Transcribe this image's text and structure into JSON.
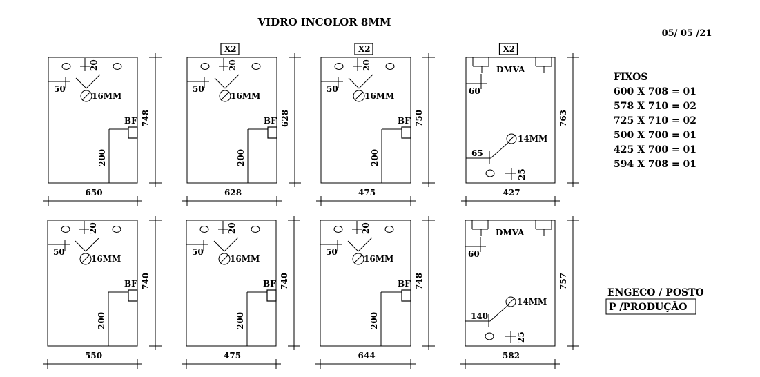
{
  "title": "VIDRO INCOLOR 8MM",
  "date": "05/ 05 /21",
  "fixos": {
    "heading": "FIXOS",
    "lines": [
      "600 X 708 = 01",
      "578 X 710 = 02",
      "725 X 710 = 02",
      "500 X 700 = 01",
      "425 X 700 = 01",
      "594 X 708 = 01"
    ]
  },
  "footer": {
    "line1": "ENGECO / POSTO",
    "line2": "P /PRODUÇÃO"
  },
  "panels": [
    {
      "type": "fixo",
      "qty": "",
      "width": "650",
      "height": "748",
      "dim20": "20",
      "dim50": "50",
      "hole": "16MM",
      "bf": "BF",
      "dim200": "200"
    },
    {
      "type": "fixo",
      "qty": "X2",
      "width": "628",
      "height": "628",
      "dim20": "20",
      "dim50": "50",
      "hole": "16MM",
      "bf": "BF",
      "dim200": "200"
    },
    {
      "type": "fixo",
      "qty": "X2",
      "width": "475",
      "height": "750",
      "dim20": "20",
      "dim50": "50",
      "hole": "16MM",
      "bf": "BF",
      "dim200": "200"
    },
    {
      "type": "dmva",
      "qty": "X2",
      "width": "427",
      "height": "763",
      "dmva": "DMVA",
      "dim60": "60",
      "dimLeft": "65",
      "hole": "14MM",
      "dim25": "25"
    },
    {
      "type": "fixo",
      "qty": "",
      "width": "550",
      "height": "740",
      "dim20": "20",
      "dim50": "50",
      "hole": "16MM",
      "bf": "BF",
      "dim200": "200"
    },
    {
      "type": "fixo",
      "qty": "",
      "width": "475",
      "height": "740",
      "dim20": "20",
      "dim50": "50",
      "hole": "16MM",
      "bf": "BF",
      "dim200": "200"
    },
    {
      "type": "fixo",
      "qty": "",
      "width": "644",
      "height": "748",
      "dim20": "20",
      "dim50": "50",
      "hole": "16MM",
      "bf": "BF",
      "dim200": "200"
    },
    {
      "type": "dmva",
      "qty": "",
      "width": "582",
      "height": "757",
      "dmva": "DMVA",
      "dim60": "60",
      "dimLeft": "140",
      "hole": "14MM",
      "dim25": "25"
    }
  ]
}
